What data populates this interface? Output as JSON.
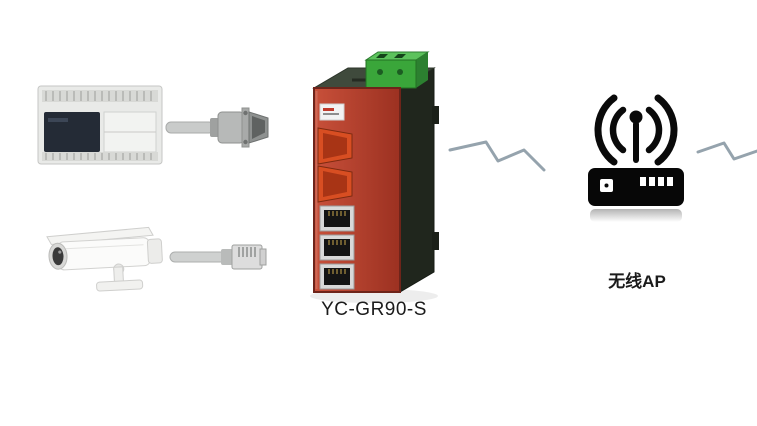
{
  "devices": {
    "plc": {
      "icon": "plc-controller-icon"
    },
    "camera": {
      "icon": "cctv-camera-icon"
    },
    "serial_cable": {
      "icon": "db9-serial-cable-icon"
    },
    "ethernet_cable": {
      "icon": "rj45-ethernet-cable-icon"
    },
    "gateway": {
      "label": "YC-GR90-S",
      "front_color": "#b8402e",
      "terminal_color": "#3aa63a"
    },
    "wireless_ap": {
      "label": "无线AP",
      "color": "#0a0a0a"
    }
  },
  "links": {
    "style": "lightning-zigzag",
    "color": "#95a3ad"
  }
}
